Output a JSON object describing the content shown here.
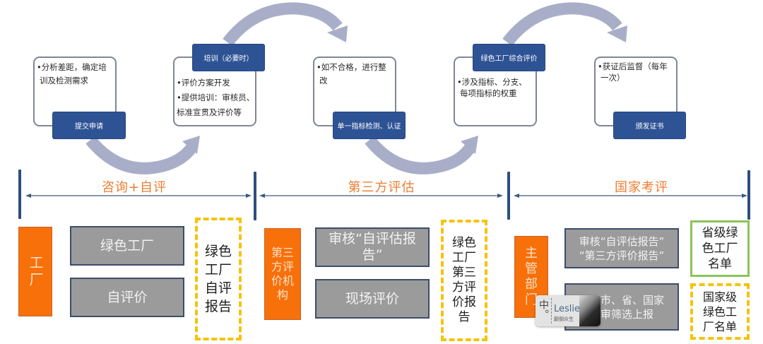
{
  "colors": {
    "step_label_bg": "#2e5395",
    "phase_text": "#ed7d31",
    "actor_bg": "#f7700a",
    "activity_bg": "#9b9b9b",
    "output_dash": "#f5c30a",
    "output_green": "#8cc35a",
    "curve_arrow": "#a9aec8",
    "bracket": "#2f4d7e"
  },
  "process_steps": [
    {
      "label": "提交申请",
      "bullets": [
        "•分析差距，确定培",
        " 训及检测需求"
      ]
    },
    {
      "label": "培训（必要时）",
      "bullets": [
        "•评价方案开发",
        "•提供培训：审核员、",
        " 标准宣贯及评价等"
      ]
    },
    {
      "label": "单一指标检测、认证",
      "bullets": [
        "•如不合格，进行整",
        " 改"
      ]
    },
    {
      "label": "绿色工厂综合评价",
      "bullets": [
        "•涉及指标、分支、",
        " 每项指标的权重"
      ]
    },
    {
      "label": "颁发证书",
      "bullets": [
        "•获证后监督（每年",
        " 一次）"
      ]
    }
  ],
  "phases": [
    {
      "title": "咨询+自评",
      "actor": "工厂",
      "activities": [
        "绿色工厂",
        "自评价"
      ],
      "output": "绿色\n工厂\n自评\n报告"
    },
    {
      "title": "第三方评估",
      "actor": "第三方评价机构",
      "activities": [
        "审核“自评估报告”",
        "现场评价"
      ],
      "output": "绿色\n工厂\n第三\n方评\n价报\n告"
    },
    {
      "title": "国家考评",
      "actor": "主管部门",
      "activities": [
        "审核“自评估报告”\n“第三方评价报告”",
        "县、市、省、国家\n评审筛选上报"
      ],
      "output_provincial": "省级绿\n色工厂\n名单",
      "output_national": "国家级\n绿色工\n厂名单"
    }
  ],
  "watermark": {
    "logo": "中。",
    "name": "Leslie",
    "subtitle": "颠倒众生"
  }
}
